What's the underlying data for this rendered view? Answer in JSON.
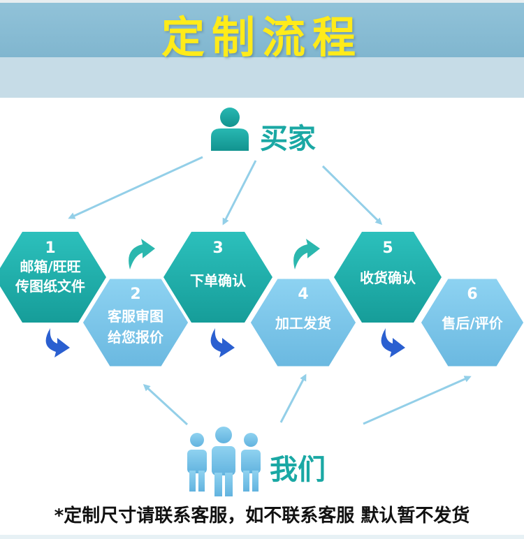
{
  "title": "定制流程",
  "roles": {
    "buyer": "买家",
    "us": "我们"
  },
  "steps": [
    {
      "num": "1",
      "lines": [
        "邮箱/旺旺",
        "传图纸文件"
      ]
    },
    {
      "num": "2",
      "lines": [
        "客服审图",
        "给您报价"
      ]
    },
    {
      "num": "3",
      "lines": [
        "下单确认"
      ]
    },
    {
      "num": "4",
      "lines": [
        "加工发货"
      ]
    },
    {
      "num": "5",
      "lines": [
        "收货确认"
      ]
    },
    {
      "num": "6",
      "lines": [
        "售后/评价"
      ]
    }
  ],
  "footer_note": "*定制尺寸请联系客服，如不联系客服 默认暂不发货",
  "colors": {
    "title": "#ffeb1a",
    "header_band": "#86b9d1",
    "teal_hex": "#1fb2ae",
    "light_hex": "#7dc6ea",
    "role_text": "#1aa8a4",
    "flow_arrow": "#93cfe8",
    "curve_arrow_green": "#2bb7ae",
    "curve_arrow_blue": "#2a5fd0"
  },
  "icons": [
    "buyer-person-icon",
    "team-people-icon",
    "curved-arrow-icon"
  ]
}
